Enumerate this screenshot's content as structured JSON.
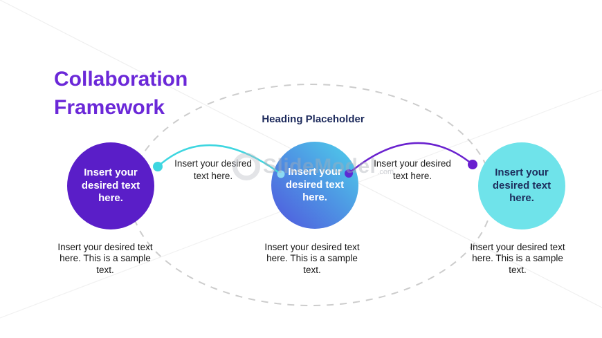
{
  "slide": {
    "title": "Collaboration Framework",
    "heading": "Heading Placeholder",
    "watermark": {
      "name": "SlideModel",
      "suffix": ".com"
    }
  },
  "nodes": [
    {
      "label": "Insert your desired text here.",
      "caption": "Insert your desired text here. This is a sample text."
    },
    {
      "label": "Insert your desired text here.",
      "caption": "Insert your desired text here. This is a sample text."
    },
    {
      "label": "Insert your desired text here.",
      "caption": "Insert your desired text here. This is a sample text."
    }
  ],
  "connectors": [
    {
      "label": "Insert your desired text here."
    },
    {
      "label": "Insert your desired text here."
    }
  ],
  "colors": {
    "title": "#6b28d8",
    "heading": "#1d2a5c",
    "node_left": "#5a1ec8",
    "node_middle_gradient_start": "#4ed2ea",
    "node_middle_gradient_end": "#4f55dd",
    "node_right": "#6fe3ea",
    "teal_connector": "#3ed6e0",
    "purple_connector": "#6a22cf",
    "dashed_ellipse": "#cccccc"
  }
}
